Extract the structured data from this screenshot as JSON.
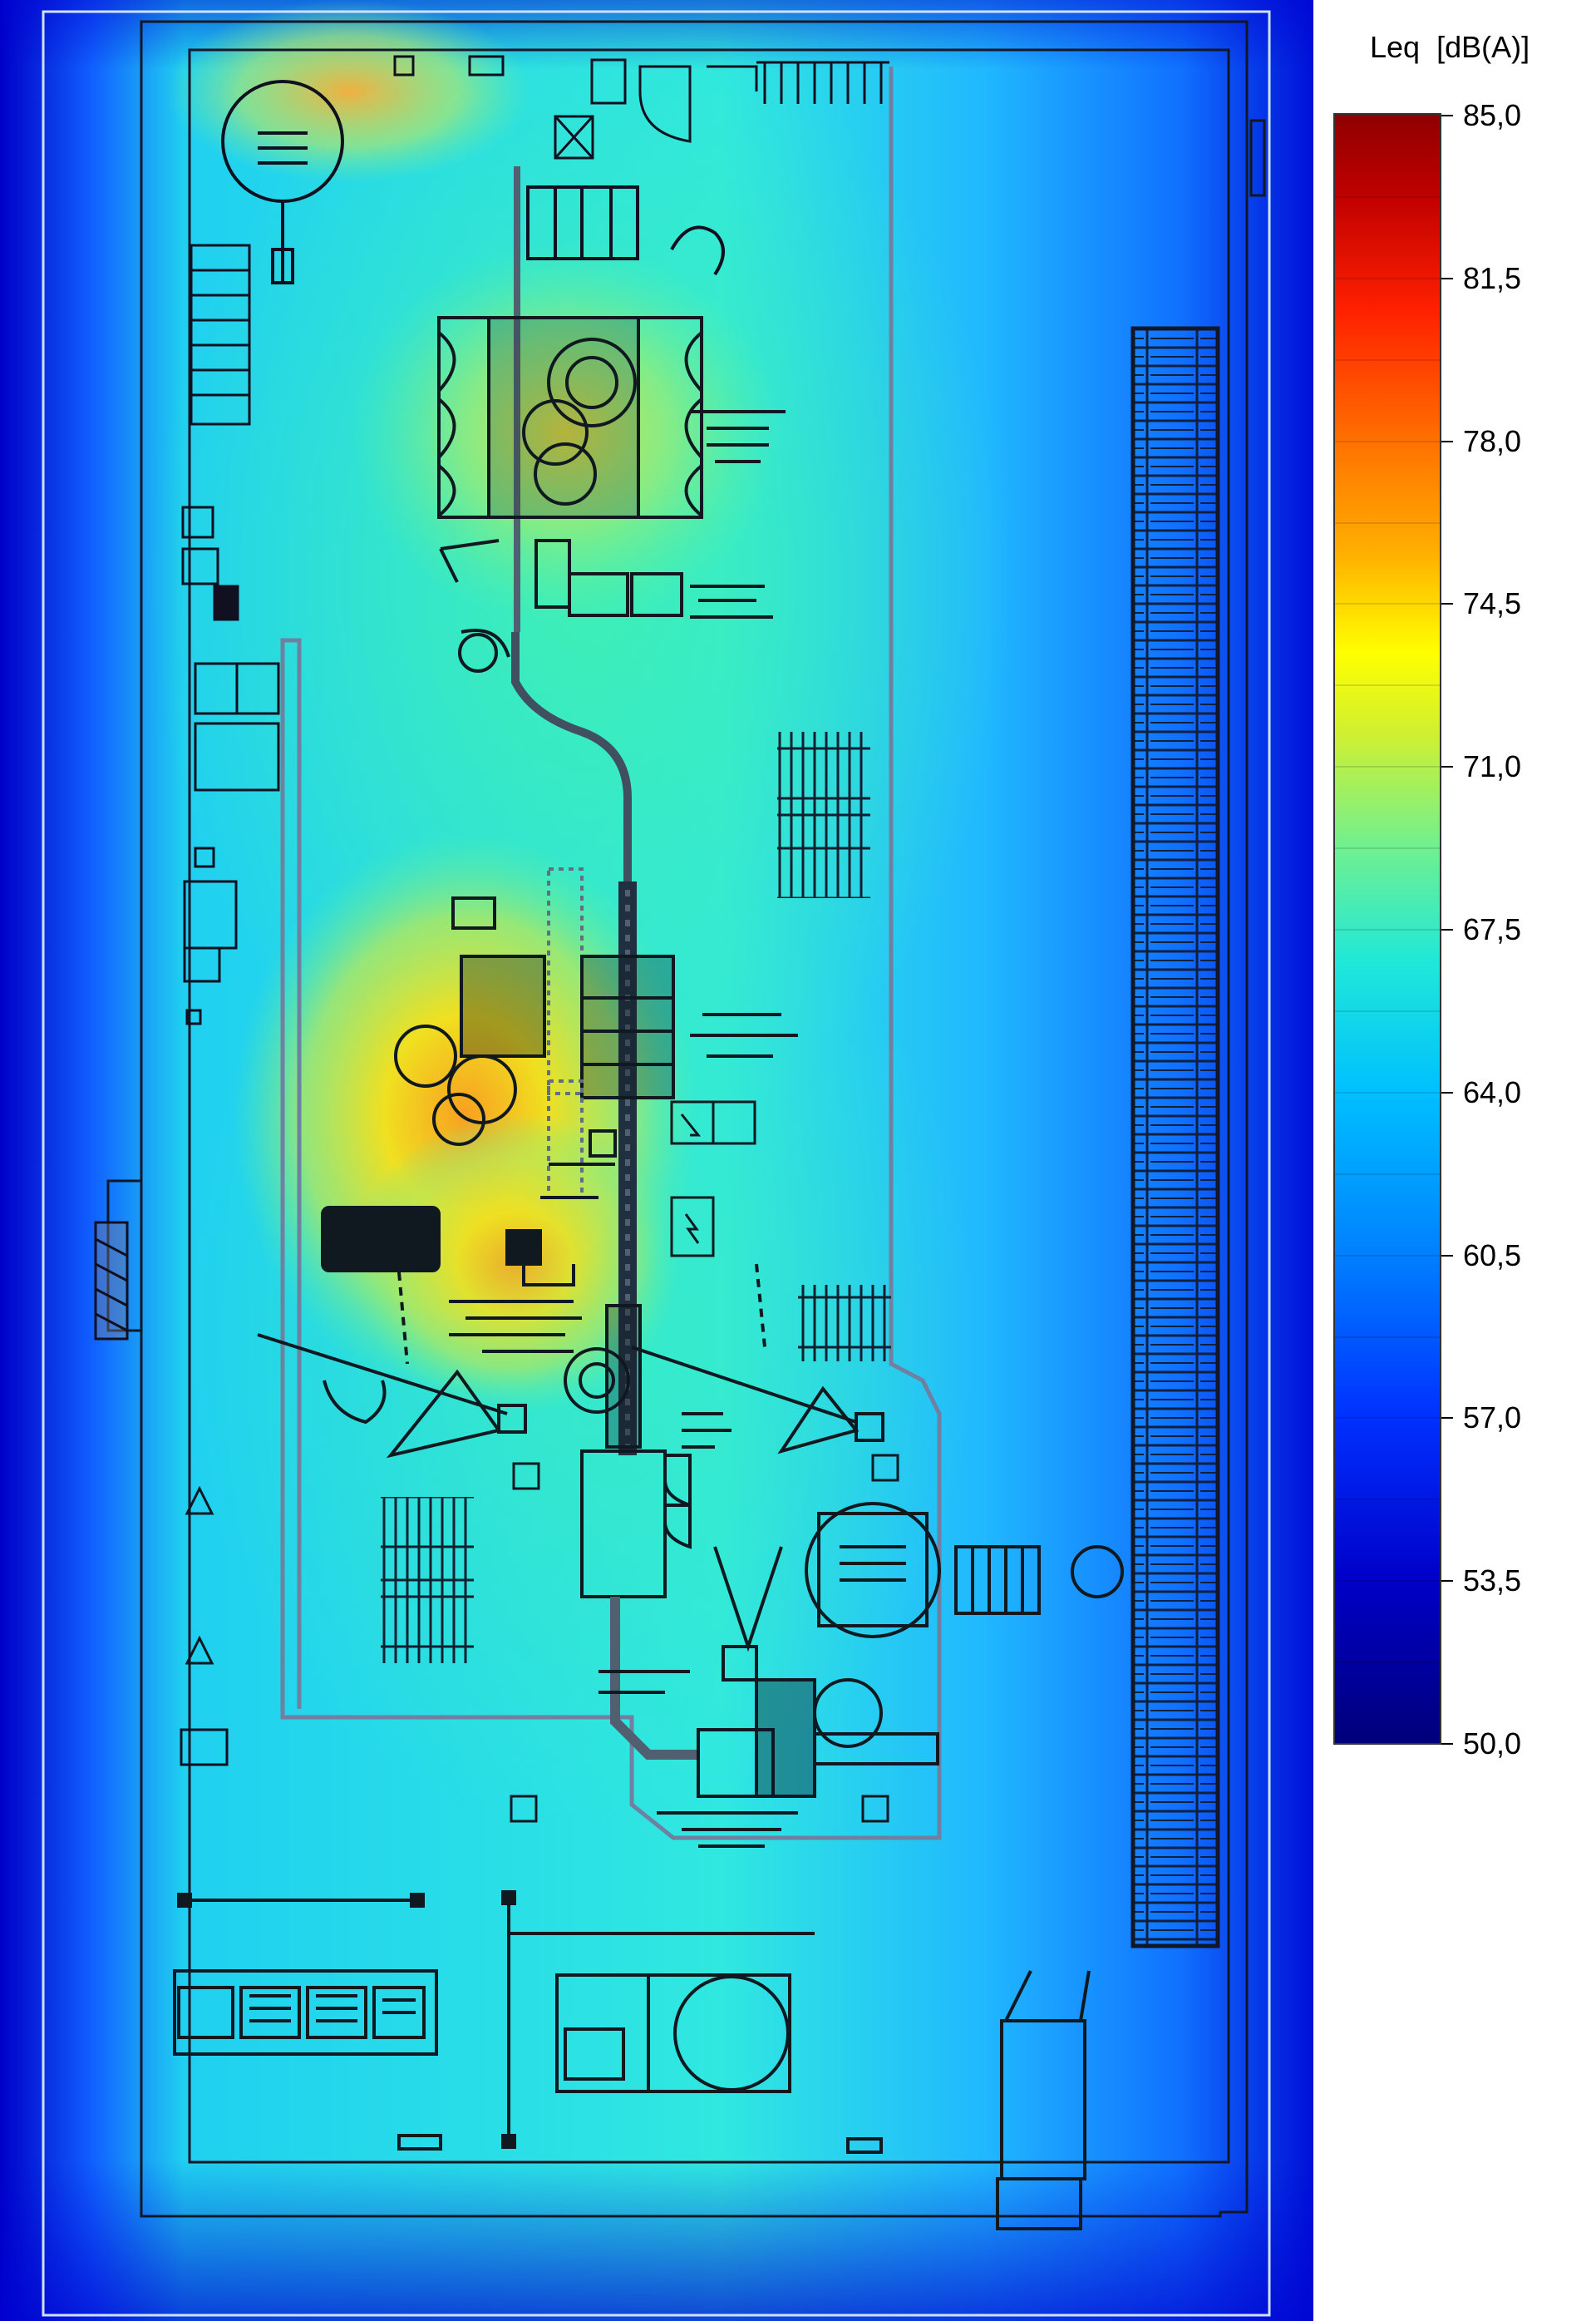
{
  "legend": {
    "quantity": "Leq",
    "unit": "[dB(A)]",
    "ticks": [
      "85,0",
      "81,5",
      "78,0",
      "74,5",
      "71,0",
      "67,5",
      "64,0",
      "60,5",
      "57,0",
      "53,5",
      "50,0"
    ],
    "min": 50.0,
    "max": 85.0
  },
  "colors": {
    "background_low": "#0000d0",
    "mid_cyan": "#20e8d8",
    "hotspot": "#f0c030",
    "peak_red": "#900000"
  }
}
